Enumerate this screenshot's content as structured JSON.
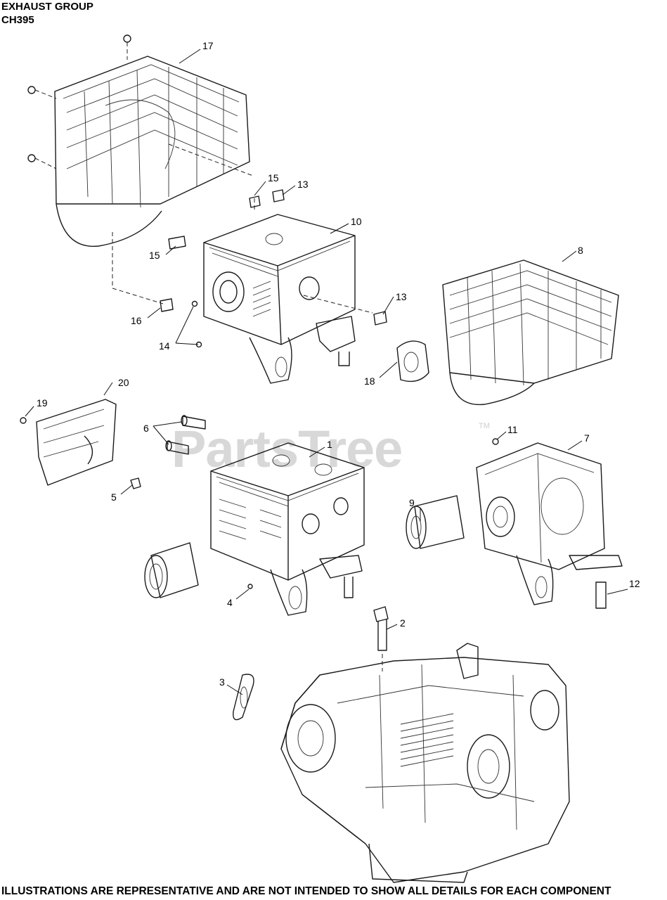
{
  "header": {
    "title": "EXHAUST GROUP",
    "model": "CH395"
  },
  "footer": {
    "disclaimer": "ILLUSTRATIONS ARE REPRESENTATIVE AND ARE NOT INTENDED TO SHOW ALL DETAILS FOR EACH COMPONENT"
  },
  "watermark": {
    "text": "PartsTree",
    "tm": "TM"
  },
  "callouts": {
    "c1": "1",
    "c2": "2",
    "c3": "3",
    "c4": "4",
    "c5": "5",
    "c6": "6",
    "c7": "7",
    "c8": "8",
    "c9": "9",
    "c10": "10",
    "c11": "11",
    "c12": "12",
    "c13a": "13",
    "c13b": "13",
    "c14": "14",
    "c15a": "15",
    "c15b": "15",
    "c16": "16",
    "c17": "17",
    "c18": "18",
    "c19": "19",
    "c20": "20"
  }
}
